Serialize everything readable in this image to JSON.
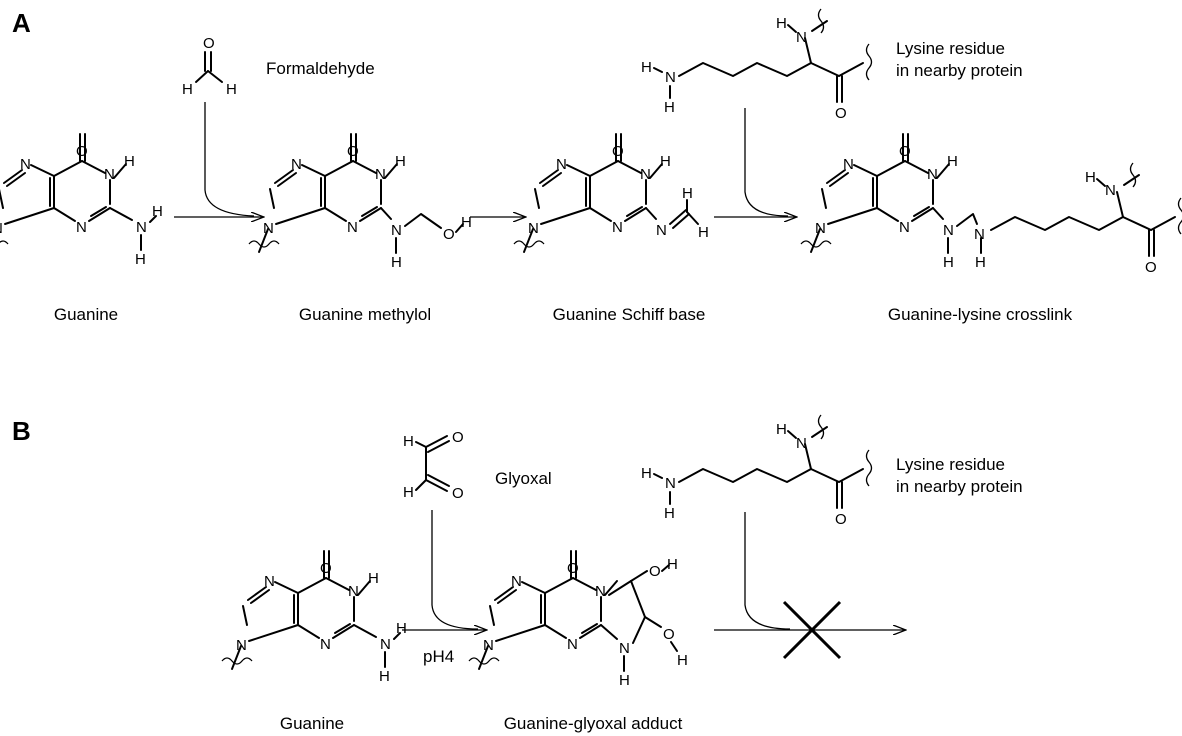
{
  "atoms": {
    "N": "N",
    "H": "H",
    "O": "O"
  },
  "panel_a": {
    "label": "A",
    "reagent_name": "Formaldehyde",
    "reagent_lysine_note_line1": "Lysine residue",
    "reagent_lysine_note_line2": "in nearby protein",
    "captions": {
      "guanine": "Guanine",
      "methylol": "Guanine methylol",
      "schiff": "Guanine Schiff base",
      "crosslink": "Guanine-lysine crosslink"
    }
  },
  "panel_b": {
    "label": "B",
    "reagent_name": "Glyoxal",
    "reagent_lysine_note_line1": "Lysine residue",
    "reagent_lysine_note_line2": "in nearby protein",
    "condition": "pH4",
    "captions": {
      "guanine": "Guanine",
      "adduct": "Guanine-glyoxal adduct"
    }
  }
}
